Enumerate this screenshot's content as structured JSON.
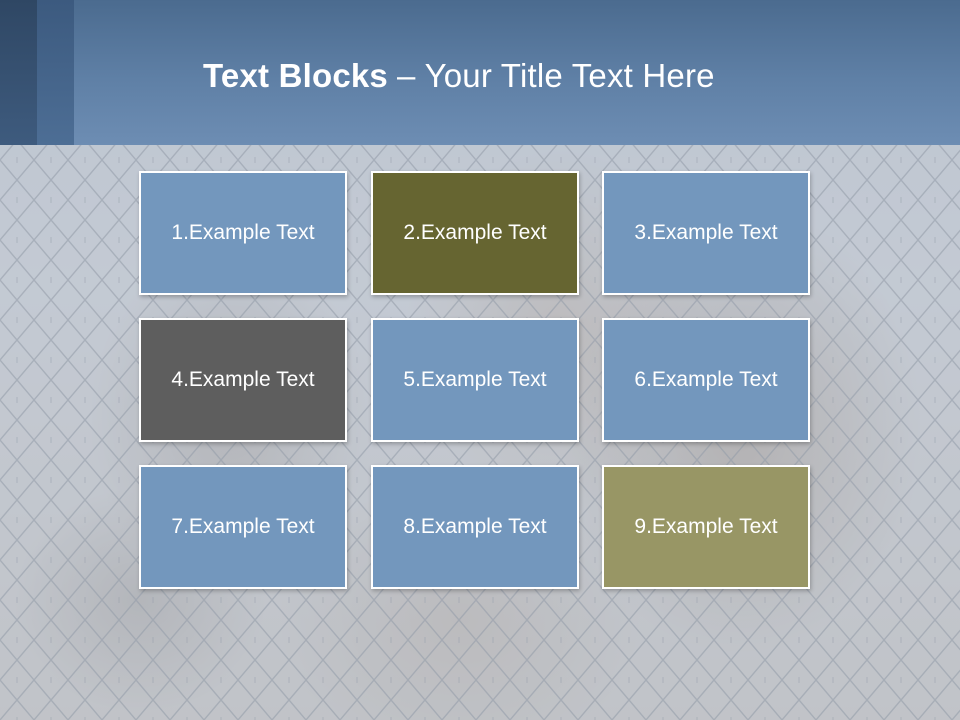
{
  "title": {
    "bold": "Text Blocks",
    "dash": "–",
    "rest": "Your Title Text Here"
  },
  "blocks": [
    {
      "label": "1.Example Text",
      "color": "#7397bd"
    },
    {
      "label": "2.Example Text",
      "color": "#666531"
    },
    {
      "label": "3.Example Text",
      "color": "#7397bd"
    },
    {
      "label": "4.Example Text",
      "color": "#5e5e5e"
    },
    {
      "label": "5.Example Text",
      "color": "#7397bd"
    },
    {
      "label": "6.Example Text",
      "color": "#7397bd"
    },
    {
      "label": "7.Example Text",
      "color": "#7397bd"
    },
    {
      "label": "8.Example Text",
      "color": "#7397bd"
    },
    {
      "label": "9.Example Text",
      "color": "#989665"
    }
  ],
  "colors": {
    "header": "#6385ac",
    "header_tab_dark": "#334d6c",
    "header_tab_mid": "#44648a"
  }
}
